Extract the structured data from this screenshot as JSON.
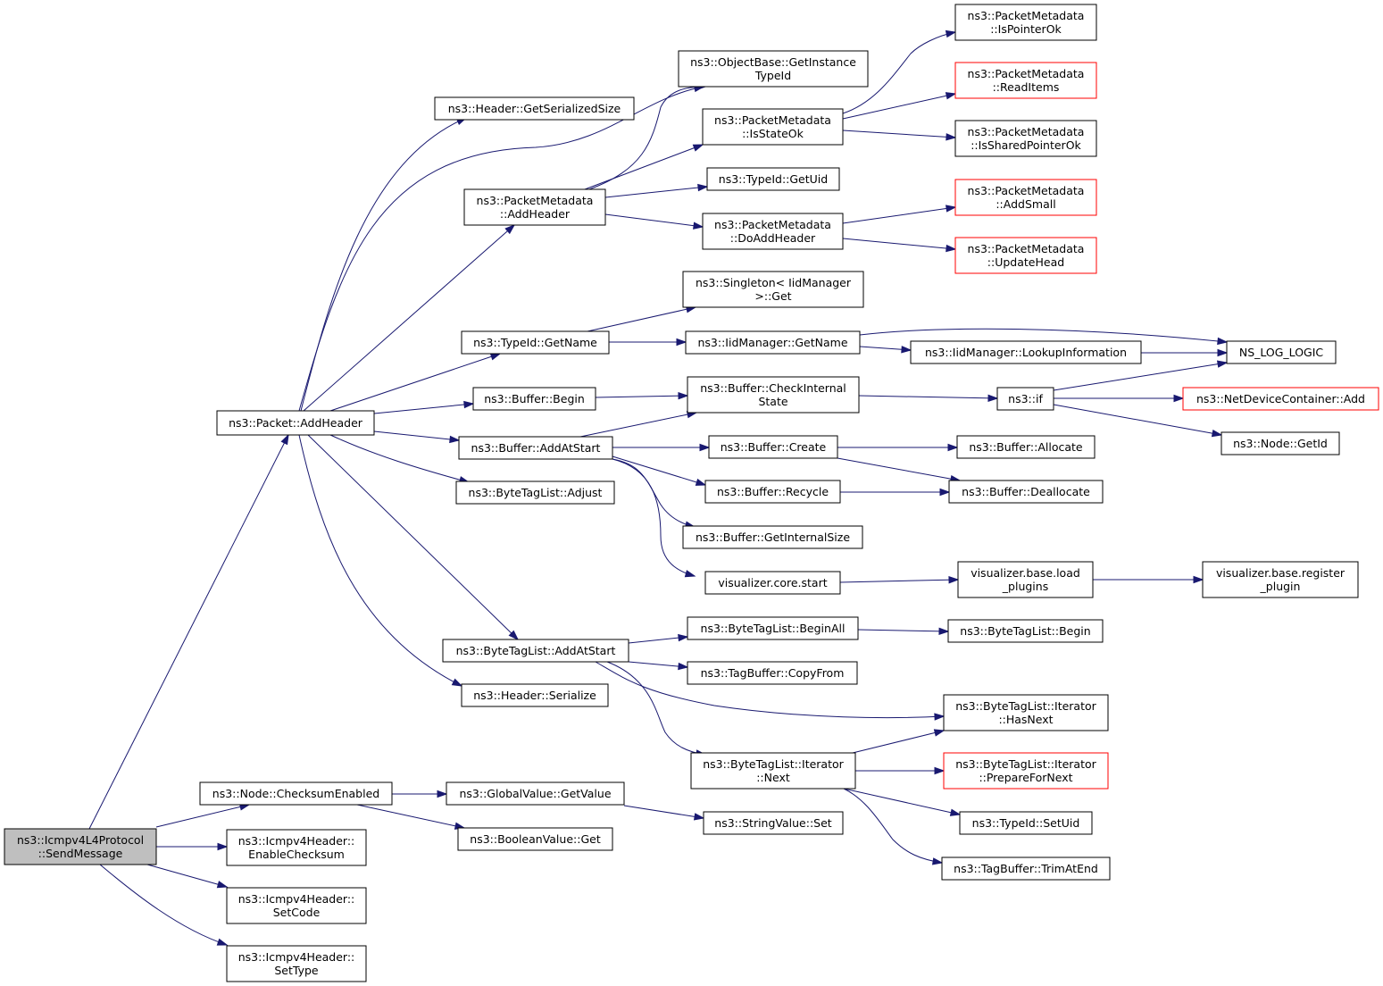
{
  "diagram": {
    "type": "call-graph",
    "colors": {
      "edge": "#191970",
      "node_border": "#000000",
      "node_border_truncated": "#ff0000",
      "root_fill": "#bfbfbf"
    },
    "nodes": [
      {
        "id": "sendmessage",
        "lines": [
          "ns3::Icmpv4L4Protocol",
          "::SendMessage"
        ],
        "style": "root"
      },
      {
        "id": "packet_addheader",
        "lines": [
          "ns3::Packet::AddHeader"
        ]
      },
      {
        "id": "checksumenabled",
        "lines": [
          "ns3::Node::ChecksumEnabled"
        ]
      },
      {
        "id": "enablechecksum",
        "lines": [
          "ns3::Icmpv4Header::",
          "EnableChecksum"
        ]
      },
      {
        "id": "setcode",
        "lines": [
          "ns3::Icmpv4Header::",
          "SetCode"
        ]
      },
      {
        "id": "settype",
        "lines": [
          "ns3::Icmpv4Header::",
          "SetType"
        ]
      },
      {
        "id": "header_getserializedsize",
        "lines": [
          "ns3::Header::GetSerializedSize"
        ]
      },
      {
        "id": "getinstancetypeid",
        "lines": [
          "ns3::ObjectBase::GetInstance",
          "TypeId"
        ]
      },
      {
        "id": "pm_addheader",
        "lines": [
          "ns3::PacketMetadata",
          "::AddHeader"
        ]
      },
      {
        "id": "typeid_getname",
        "lines": [
          "ns3::TypeId::GetName"
        ]
      },
      {
        "id": "buffer_begin",
        "lines": [
          "ns3::Buffer::Begin"
        ]
      },
      {
        "id": "buffer_addatstart",
        "lines": [
          "ns3::Buffer::AddAtStart"
        ]
      },
      {
        "id": "btl_adjust",
        "lines": [
          "ns3::ByteTagList::Adjust"
        ]
      },
      {
        "id": "btl_addatstart",
        "lines": [
          "ns3::ByteTagList::AddAtStart"
        ]
      },
      {
        "id": "header_serialize",
        "lines": [
          "ns3::Header::Serialize"
        ]
      },
      {
        "id": "globalvalue_getvalue",
        "lines": [
          "ns3::GlobalValue::GetValue"
        ]
      },
      {
        "id": "booleanvalue_get",
        "lines": [
          "ns3::BooleanValue::Get"
        ]
      },
      {
        "id": "pm_isstateok",
        "lines": [
          "ns3::PacketMetadata",
          "::IsStateOk"
        ]
      },
      {
        "id": "typeid_getuid",
        "lines": [
          "ns3::TypeId::GetUid"
        ]
      },
      {
        "id": "pm_doaddheader",
        "lines": [
          "ns3::PacketMetadata",
          "::DoAddHeader"
        ]
      },
      {
        "id": "singleton_get",
        "lines": [
          "ns3::Singleton< IidManager",
          ">::Get"
        ]
      },
      {
        "id": "iidmanager_getname",
        "lines": [
          "ns3::IidManager::GetName"
        ]
      },
      {
        "id": "buffer_checkinternalstate",
        "lines": [
          "ns3::Buffer::CheckInternal",
          "State"
        ]
      },
      {
        "id": "buffer_create",
        "lines": [
          "ns3::Buffer::Create"
        ]
      },
      {
        "id": "buffer_recycle",
        "lines": [
          "ns3::Buffer::Recycle"
        ]
      },
      {
        "id": "buffer_getinternalsize",
        "lines": [
          "ns3::Buffer::GetInternalSize"
        ]
      },
      {
        "id": "visualizer_core_start",
        "lines": [
          "visualizer.core.start"
        ]
      },
      {
        "id": "btl_beginall",
        "lines": [
          "ns3::ByteTagList::BeginAll"
        ]
      },
      {
        "id": "tagbuffer_copyfrom",
        "lines": [
          "ns3::TagBuffer::CopyFrom"
        ]
      },
      {
        "id": "btl_iterator_next",
        "lines": [
          "ns3::ByteTagList::Iterator",
          "::Next"
        ]
      },
      {
        "id": "stringvalue_set",
        "lines": [
          "ns3::StringValue::Set"
        ]
      },
      {
        "id": "pm_ispointerok",
        "lines": [
          "ns3::PacketMetadata",
          "::IsPointerOk"
        ]
      },
      {
        "id": "pm_readitems",
        "lines": [
          "ns3::PacketMetadata",
          "::ReadItems"
        ],
        "style": "truncated"
      },
      {
        "id": "pm_issharedpointerok",
        "lines": [
          "ns3::PacketMetadata",
          "::IsSharedPointerOk"
        ]
      },
      {
        "id": "pm_addsmall",
        "lines": [
          "ns3::PacketMetadata",
          "::AddSmall"
        ],
        "style": "truncated"
      },
      {
        "id": "pm_updatehead",
        "lines": [
          "ns3::PacketMetadata",
          "::UpdateHead"
        ],
        "style": "truncated"
      },
      {
        "id": "iidmanager_lookupinformation",
        "lines": [
          "ns3::IidManager::LookupInformation"
        ]
      },
      {
        "id": "ns_log_logic",
        "lines": [
          "NS_LOG_LOGIC"
        ]
      },
      {
        "id": "ns3_if",
        "lines": [
          "ns3::if"
        ]
      },
      {
        "id": "netdevicecontainer_add",
        "lines": [
          "ns3::NetDeviceContainer::Add"
        ],
        "style": "truncated"
      },
      {
        "id": "node_getid",
        "lines": [
          "ns3::Node::GetId"
        ]
      },
      {
        "id": "buffer_allocate",
        "lines": [
          "ns3::Buffer::Allocate"
        ]
      },
      {
        "id": "buffer_deallocate",
        "lines": [
          "ns3::Buffer::Deallocate"
        ]
      },
      {
        "id": "visualizer_load_plugins",
        "lines": [
          "visualizer.base.load",
          "_plugins"
        ]
      },
      {
        "id": "visualizer_register_plugin",
        "lines": [
          "visualizer.base.register",
          "_plugin"
        ]
      },
      {
        "id": "btl_begin",
        "lines": [
          "ns3::ByteTagList::Begin"
        ]
      },
      {
        "id": "btl_iterator_hasnext",
        "lines": [
          "ns3::ByteTagList::Iterator",
          "::HasNext"
        ]
      },
      {
        "id": "btl_iterator_prepareformext",
        "lines": [
          "ns3::ByteTagList::Iterator",
          "::PrepareForNext"
        ],
        "style": "truncated"
      },
      {
        "id": "typeid_setuid",
        "lines": [
          "ns3::TypeId::SetUid"
        ]
      },
      {
        "id": "tagbuffer_trimatend",
        "lines": [
          "ns3::TagBuffer::TrimAtEnd"
        ]
      }
    ]
  }
}
